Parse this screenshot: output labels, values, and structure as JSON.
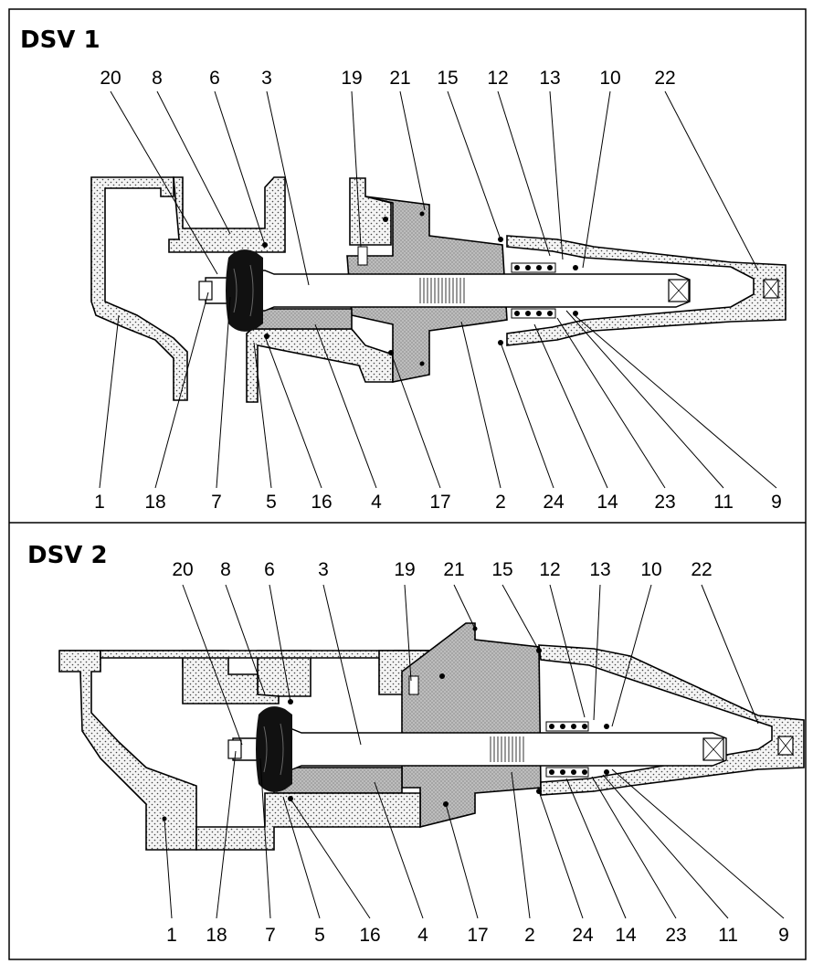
{
  "panels": [
    {
      "title": "DSV 1",
      "top_labels": [
        "20",
        "8",
        "6",
        "3",
        "19",
        "21",
        "15",
        "12",
        "13",
        "10",
        "22"
      ],
      "bottom_labels": [
        "1",
        "18",
        "7",
        "5",
        "16",
        "4",
        "17",
        "2",
        "24",
        "14",
        "23",
        "11",
        "9"
      ]
    },
    {
      "title": "DSV 2",
      "top_labels": [
        "20",
        "8",
        "6",
        "3",
        "19",
        "21",
        "15",
        "12",
        "13",
        "10",
        "22"
      ],
      "bottom_labels": [
        "1",
        "18",
        "7",
        "5",
        "16",
        "4",
        "17",
        "2",
        "24",
        "14",
        "23",
        "11",
        "9"
      ]
    }
  ]
}
